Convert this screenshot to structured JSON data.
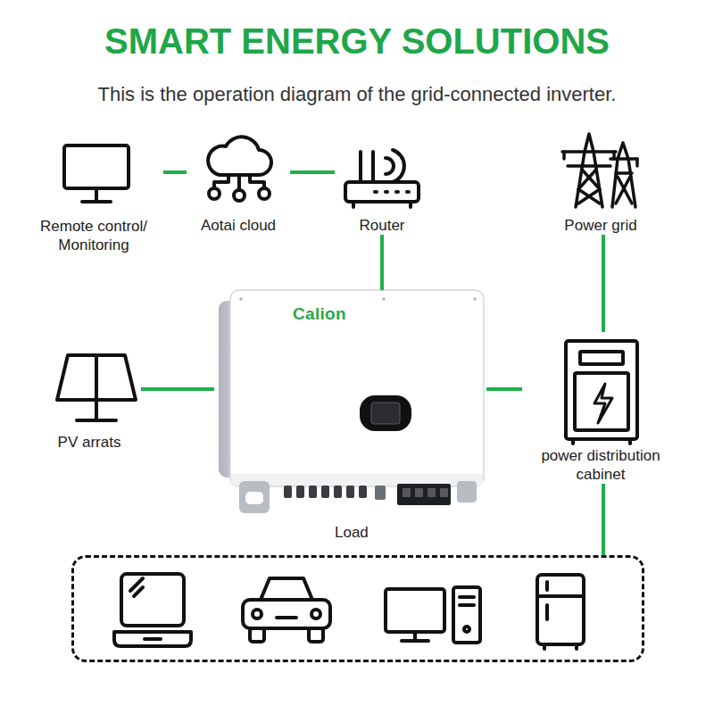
{
  "diagram": {
    "title": "SMART ENERGY SOLUTIONS",
    "caption": "This is the operation diagram of the grid-connected inverter.",
    "nodes": [
      {
        "text": [
          "Remote control/ Monitoring"
        ]
      },
      {
        "text": [
          "Aotai cloud"
        ]
      },
      {
        "text": [
          "Router"
        ]
      },
      {
        "text": [
          "Power grid"
        ]
      },
      {
        "text": [
          "Calion"
        ]
      },
      {
        "text": [
          "PV arrats"
        ]
      },
      {
        "text": [
          "power distribution cabinet"
        ]
      },
      {
        "text": [
          "Load"
        ]
      }
    ],
    "edges": [
      {
        "from": 0,
        "to": 1,
        "arrow": "none"
      },
      {
        "from": 1,
        "to": 2,
        "arrow": "none"
      },
      {
        "from": 2,
        "to": 4,
        "arrow": "none"
      },
      {
        "from": 3,
        "to": 6,
        "arrow": "none"
      },
      {
        "from": 5,
        "to": 4,
        "arrow": "none"
      },
      {
        "from": 4,
        "to": 6,
        "arrow": "none"
      },
      {
        "from": 6,
        "to": 7,
        "arrow": "none"
      }
    ]
  }
}
